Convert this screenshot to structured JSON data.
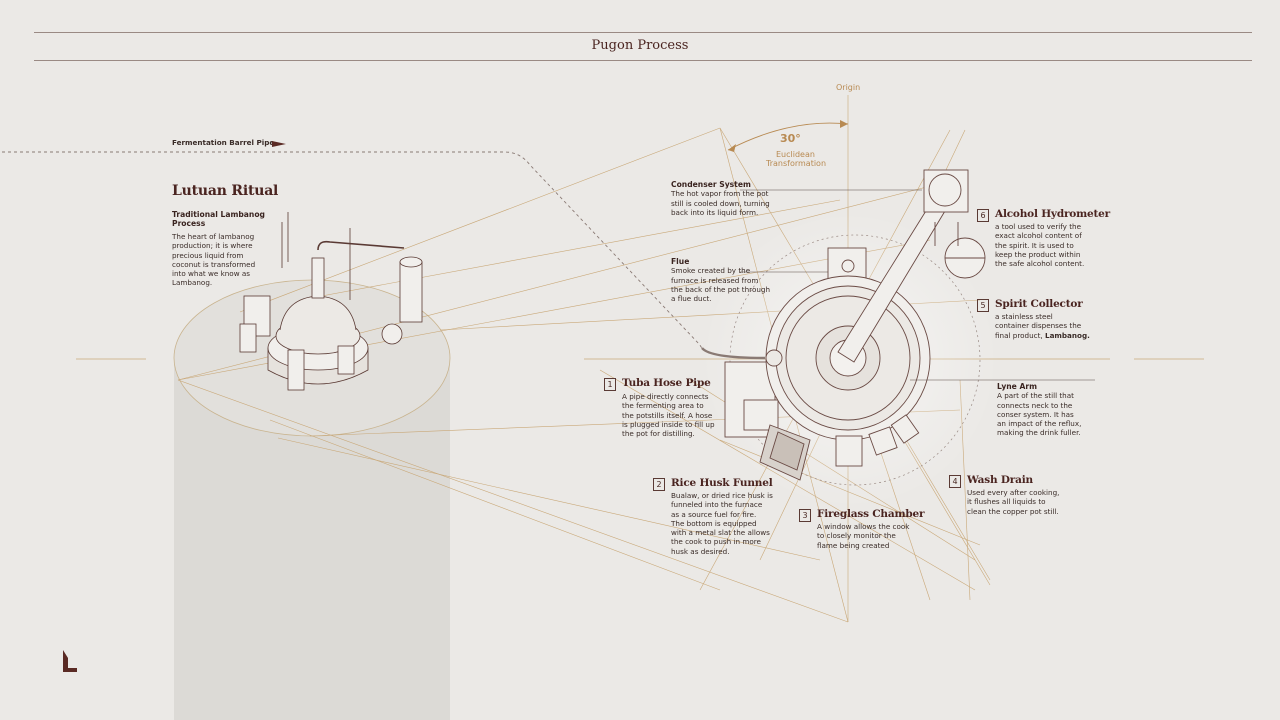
{
  "page": {
    "title": "Pugon Process"
  },
  "annotations": {
    "fermentation_pipe": "Fermentation Barrel Pipe",
    "origin": "Origin",
    "angle": "30°",
    "euclidean": "Euclidean",
    "transformation": "Transformation"
  },
  "lutuan": {
    "title": "Lutuan Ritual",
    "subtitle_line1": "Traditional Lambanog",
    "subtitle_line2": "Process",
    "desc": [
      "The heart of lambanog",
      "production; it is where",
      "precious liquid from",
      "coconut is transformed",
      "into what we know as",
      "Lambanog."
    ]
  },
  "callouts": {
    "condenser": {
      "title": "Condenser System",
      "lines": [
        "The hot vapor from the pot",
        "still is cooled down, turning",
        "back into its liquid form."
      ]
    },
    "flue": {
      "title": "Flue",
      "lines": [
        "Smoke created by the",
        "furnace is released from",
        "the back of the pot through",
        "a flue duct."
      ]
    },
    "lyne": {
      "title": "Lyne Arm",
      "lines": [
        "A part of the still that",
        "connects neck to the",
        "conser system. It has",
        "an impact of the reflux,",
        "making the drink fuller."
      ]
    }
  },
  "steps": [
    {
      "num": "1",
      "title": "Tuba Hose Pipe",
      "lines": [
        "A pipe directly connects",
        "the fermenting area to",
        "the potstills itself. A hose",
        "is plugged inside to fill up",
        "the pot for distilling."
      ]
    },
    {
      "num": "2",
      "title": "Rice Husk Funnel",
      "lines": [
        "Bualaw, or dried rice husk is",
        "funneled into the furnace",
        "as a source fuel for fire.",
        "The bottom is equipped",
        "with a metal slat the allows",
        "the cook to push in more",
        "husk as desired."
      ]
    },
    {
      "num": "3",
      "title": "Fireglass Chamber",
      "lines": [
        "A window allows the cook",
        "to closely monitor the",
        "flame being created"
      ]
    },
    {
      "num": "4",
      "title": "Wash Drain",
      "lines": [
        "Used every after cooking,",
        "it flushes all liquids to",
        "clean the copper pot still."
      ]
    },
    {
      "num": "5",
      "title": "Spirit Collector",
      "lines": [
        "a stainless steel",
        "container dispenses the",
        "final product, "
      ],
      "emph": "Lambanog."
    },
    {
      "num": "6",
      "title": "Alcohol Hydrometer",
      "lines": [
        "a tool used to verify the",
        "exact alcohol content of",
        "the spirit. It is used to",
        "keep the product within",
        "the safe alcohol content."
      ]
    }
  ],
  "colors": {
    "background": "#ebe9e6",
    "accent": "#b88a52",
    "ink": "#3a2420",
    "brand": "#5a2a24"
  }
}
